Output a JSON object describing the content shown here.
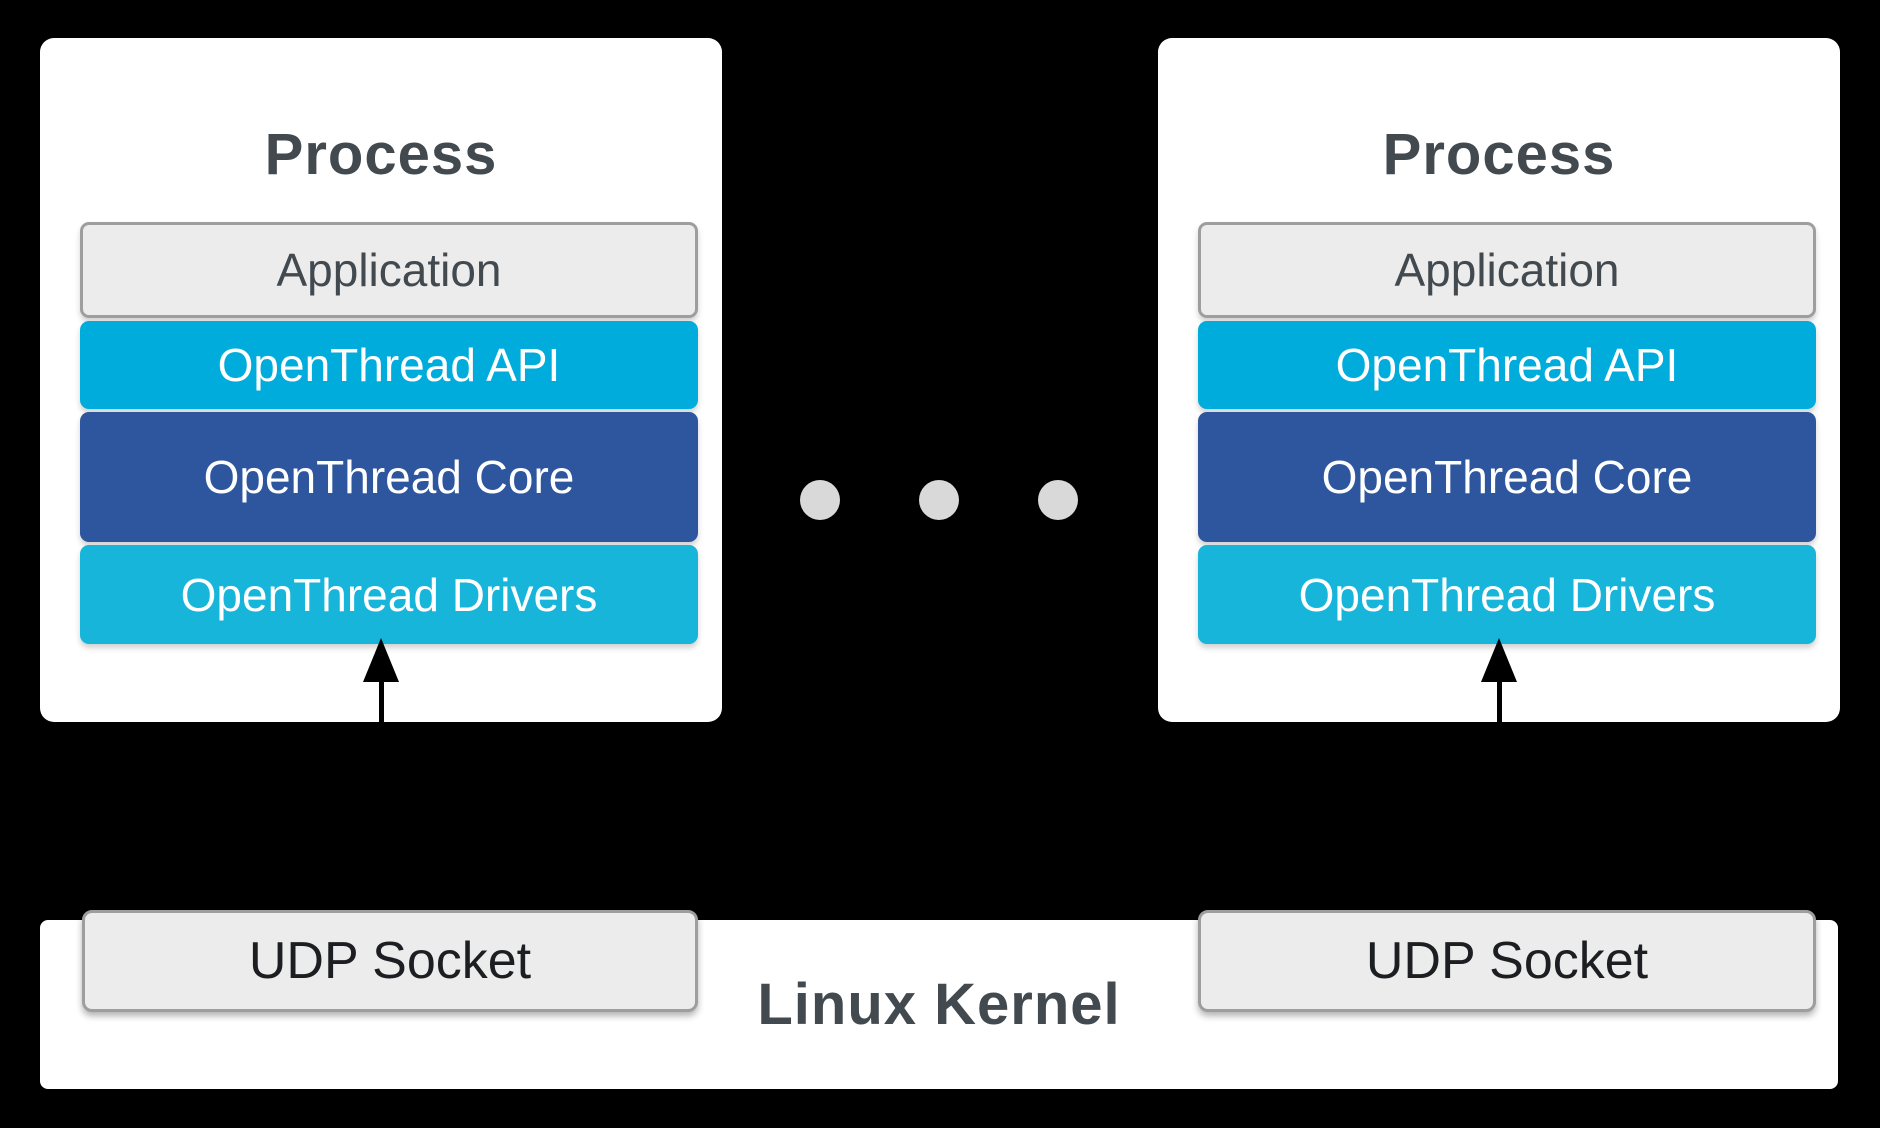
{
  "colors": {
    "background": "#000000",
    "process-bg": "#FFFFFF",
    "api": "#00ACDB",
    "core": "#2D569E",
    "drivers": "#16B5D9",
    "gray-fill": "#ECECEC",
    "gray-border": "#9E9E9E",
    "title-text": "#424A50",
    "bar-text": "#FFFFFF",
    "udp-text": "#1C1E21",
    "dot": "#D9D9D9",
    "arrow": "#000000"
  },
  "processes": [
    {
      "title": "Process",
      "layers": [
        {
          "label": "Application"
        },
        {
          "label": "OpenThread API"
        },
        {
          "label": "OpenThread Core"
        },
        {
          "label": "OpenThread Drivers"
        }
      ]
    },
    {
      "title": "Process",
      "layers": [
        {
          "label": "Application"
        },
        {
          "label": "OpenThread API"
        },
        {
          "label": "OpenThread Core"
        },
        {
          "label": "OpenThread Drivers"
        }
      ]
    }
  ],
  "ellipsis": {
    "dot_count": 3
  },
  "kernel": {
    "label": "Linux Kernel",
    "sockets": [
      {
        "label": "UDP Socket"
      },
      {
        "label": "UDP Socket"
      }
    ]
  }
}
